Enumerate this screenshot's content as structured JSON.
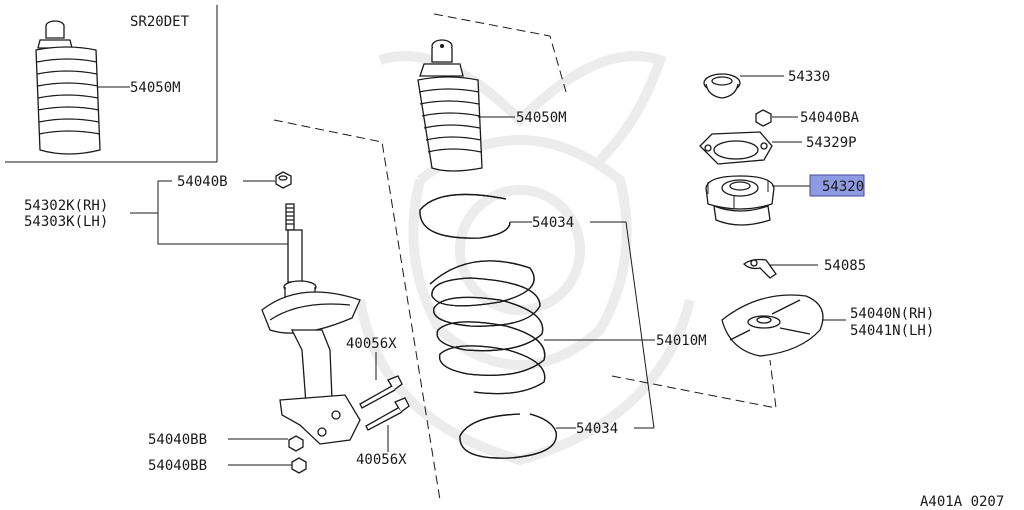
{
  "variant_label": "SR20DET",
  "figure_code": "A401A 0207",
  "highlight_color": "#8f9be0",
  "labels": {
    "boot_inset": "54050M",
    "boot_main": "54050M",
    "strut_rh": "54302K(RH)",
    "strut_lh": "54303K(LH)",
    "strut_nut": "54040B",
    "seat_upper": "54034",
    "seat_lower": "54034",
    "spring": "54010M",
    "bolt_upper": "40056X",
    "bolt_lower": "40056X",
    "nut_upper": "54040BB",
    "nut_lower": "54040BB",
    "cap": "54330",
    "mount_nut": "54040BA",
    "plate": "54329P",
    "mount": "54320",
    "washer": "54085",
    "insulator_rh": "54040N(RH)",
    "insulator_lh": "54041N(LH)"
  }
}
